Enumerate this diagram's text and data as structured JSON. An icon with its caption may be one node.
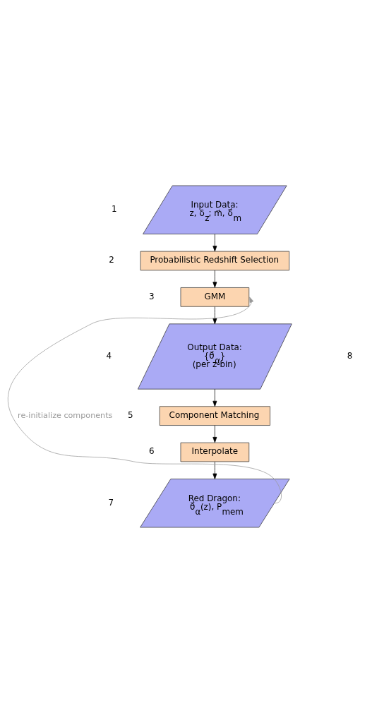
{
  "diagram": {
    "nodes": [
      {
        "text": [
          "Input Data:",
          "z, δ$_{z}$; m⃗, δ⃗$_{m}$"
        ],
        "beside": [
          "1"
        ]
      },
      {
        "text": [
          "Probabilistic Redshift Selection"
        ],
        "beside": [
          "2"
        ]
      },
      {
        "text": [
          "GMM"
        ],
        "beside": [
          "3"
        ]
      },
      {
        "text": [
          "Output Data:",
          "{θ⃗$_{α}$}",
          "(per z-bin)"
        ],
        "beside": [
          "4"
        ]
      },
      {
        "text": [
          "Component Matching"
        ],
        "beside": [
          "5"
        ]
      },
      {
        "text": [
          "Interpolate"
        ],
        "beside": [
          "6"
        ]
      },
      {
        "text": [
          "Red Dragon:",
          "θ⃗$_{α}$(z), P$_{mem}$"
        ],
        "beside": [
          "7"
        ]
      }
    ],
    "edges": [
      {
        "from": 0,
        "to": 1,
        "arrow": "to"
      },
      {
        "from": 1,
        "to": 2,
        "arrow": "to"
      },
      {
        "from": 2,
        "to": 3,
        "arrow": "to"
      },
      {
        "from": 3,
        "to": 4,
        "arrow": "to"
      },
      {
        "from": 4,
        "to": 5,
        "arrow": "to"
      },
      {
        "from": 5,
        "to": 6,
        "arrow": "to"
      },
      {
        "from": 6,
        "to": 2,
        "arrow": "to",
        "label": "re-initialize components",
        "color": "#999999"
      }
    ],
    "labels": [
      "8"
    ]
  }
}
